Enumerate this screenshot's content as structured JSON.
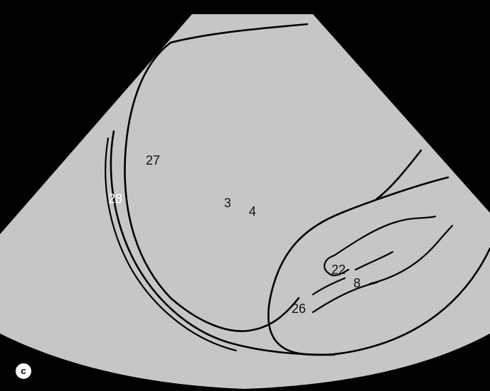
{
  "colors": {
    "background": "#000000",
    "sector_fill": "#c4c6c8",
    "outline": "#000000",
    "panel_badge": "#ffffff"
  },
  "panel_letter": "c",
  "labels": {
    "l27": "27",
    "l28": "28",
    "l3": "3",
    "l4": "4",
    "l22": "22",
    "l8": "8",
    "l26": "26"
  }
}
